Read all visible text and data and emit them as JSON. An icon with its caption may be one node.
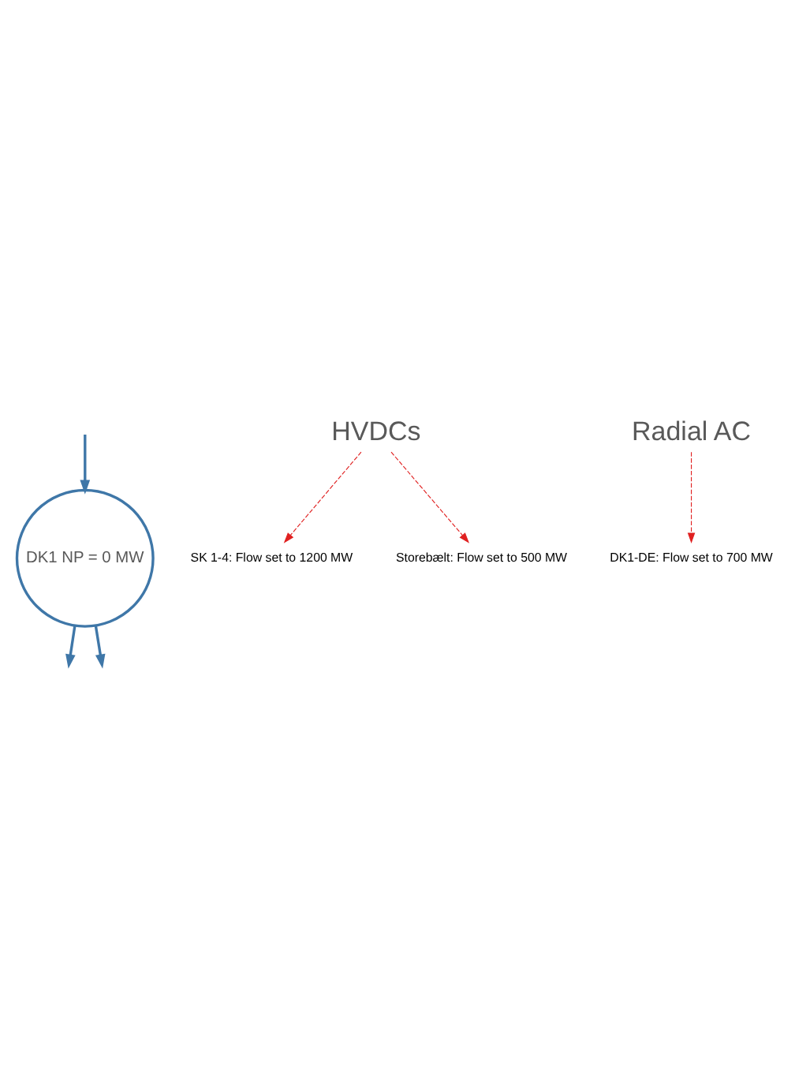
{
  "diagram": {
    "nodes": [
      {
        "text": [
          "DK1 NP = 0 MW"
        ]
      },
      {
        "text": [
          "SK 1-4: Flow set to 1200 MW"
        ]
      },
      {
        "text": [
          "Storebælt: Flow set to 500 MW"
        ]
      },
      {
        "text": [
          "DK1-DE: Flow set to 700 MW"
        ]
      },
      {
        "text": [
          "HVDCs"
        ]
      },
      {
        "text": [
          "Radial AC"
        ]
      }
    ],
    "edges": [
      {
        "from": null,
        "to": 0,
        "arrow": "to",
        "color": "#3f77a8"
      },
      {
        "from": 0,
        "to": null,
        "arrow": "to",
        "color": "#3f77a8"
      },
      {
        "from": 0,
        "to": null,
        "arrow": "to",
        "color": "#3f77a8"
      },
      {
        "from": 4,
        "to": 1,
        "arrow": "to",
        "style": "dashed",
        "color": "#e02020"
      },
      {
        "from": 4,
        "to": 2,
        "arrow": "to",
        "style": "dashed",
        "color": "#e02020"
      },
      {
        "from": 5,
        "to": 3,
        "arrow": "to",
        "style": "dashed",
        "color": "#e02020"
      }
    ]
  }
}
